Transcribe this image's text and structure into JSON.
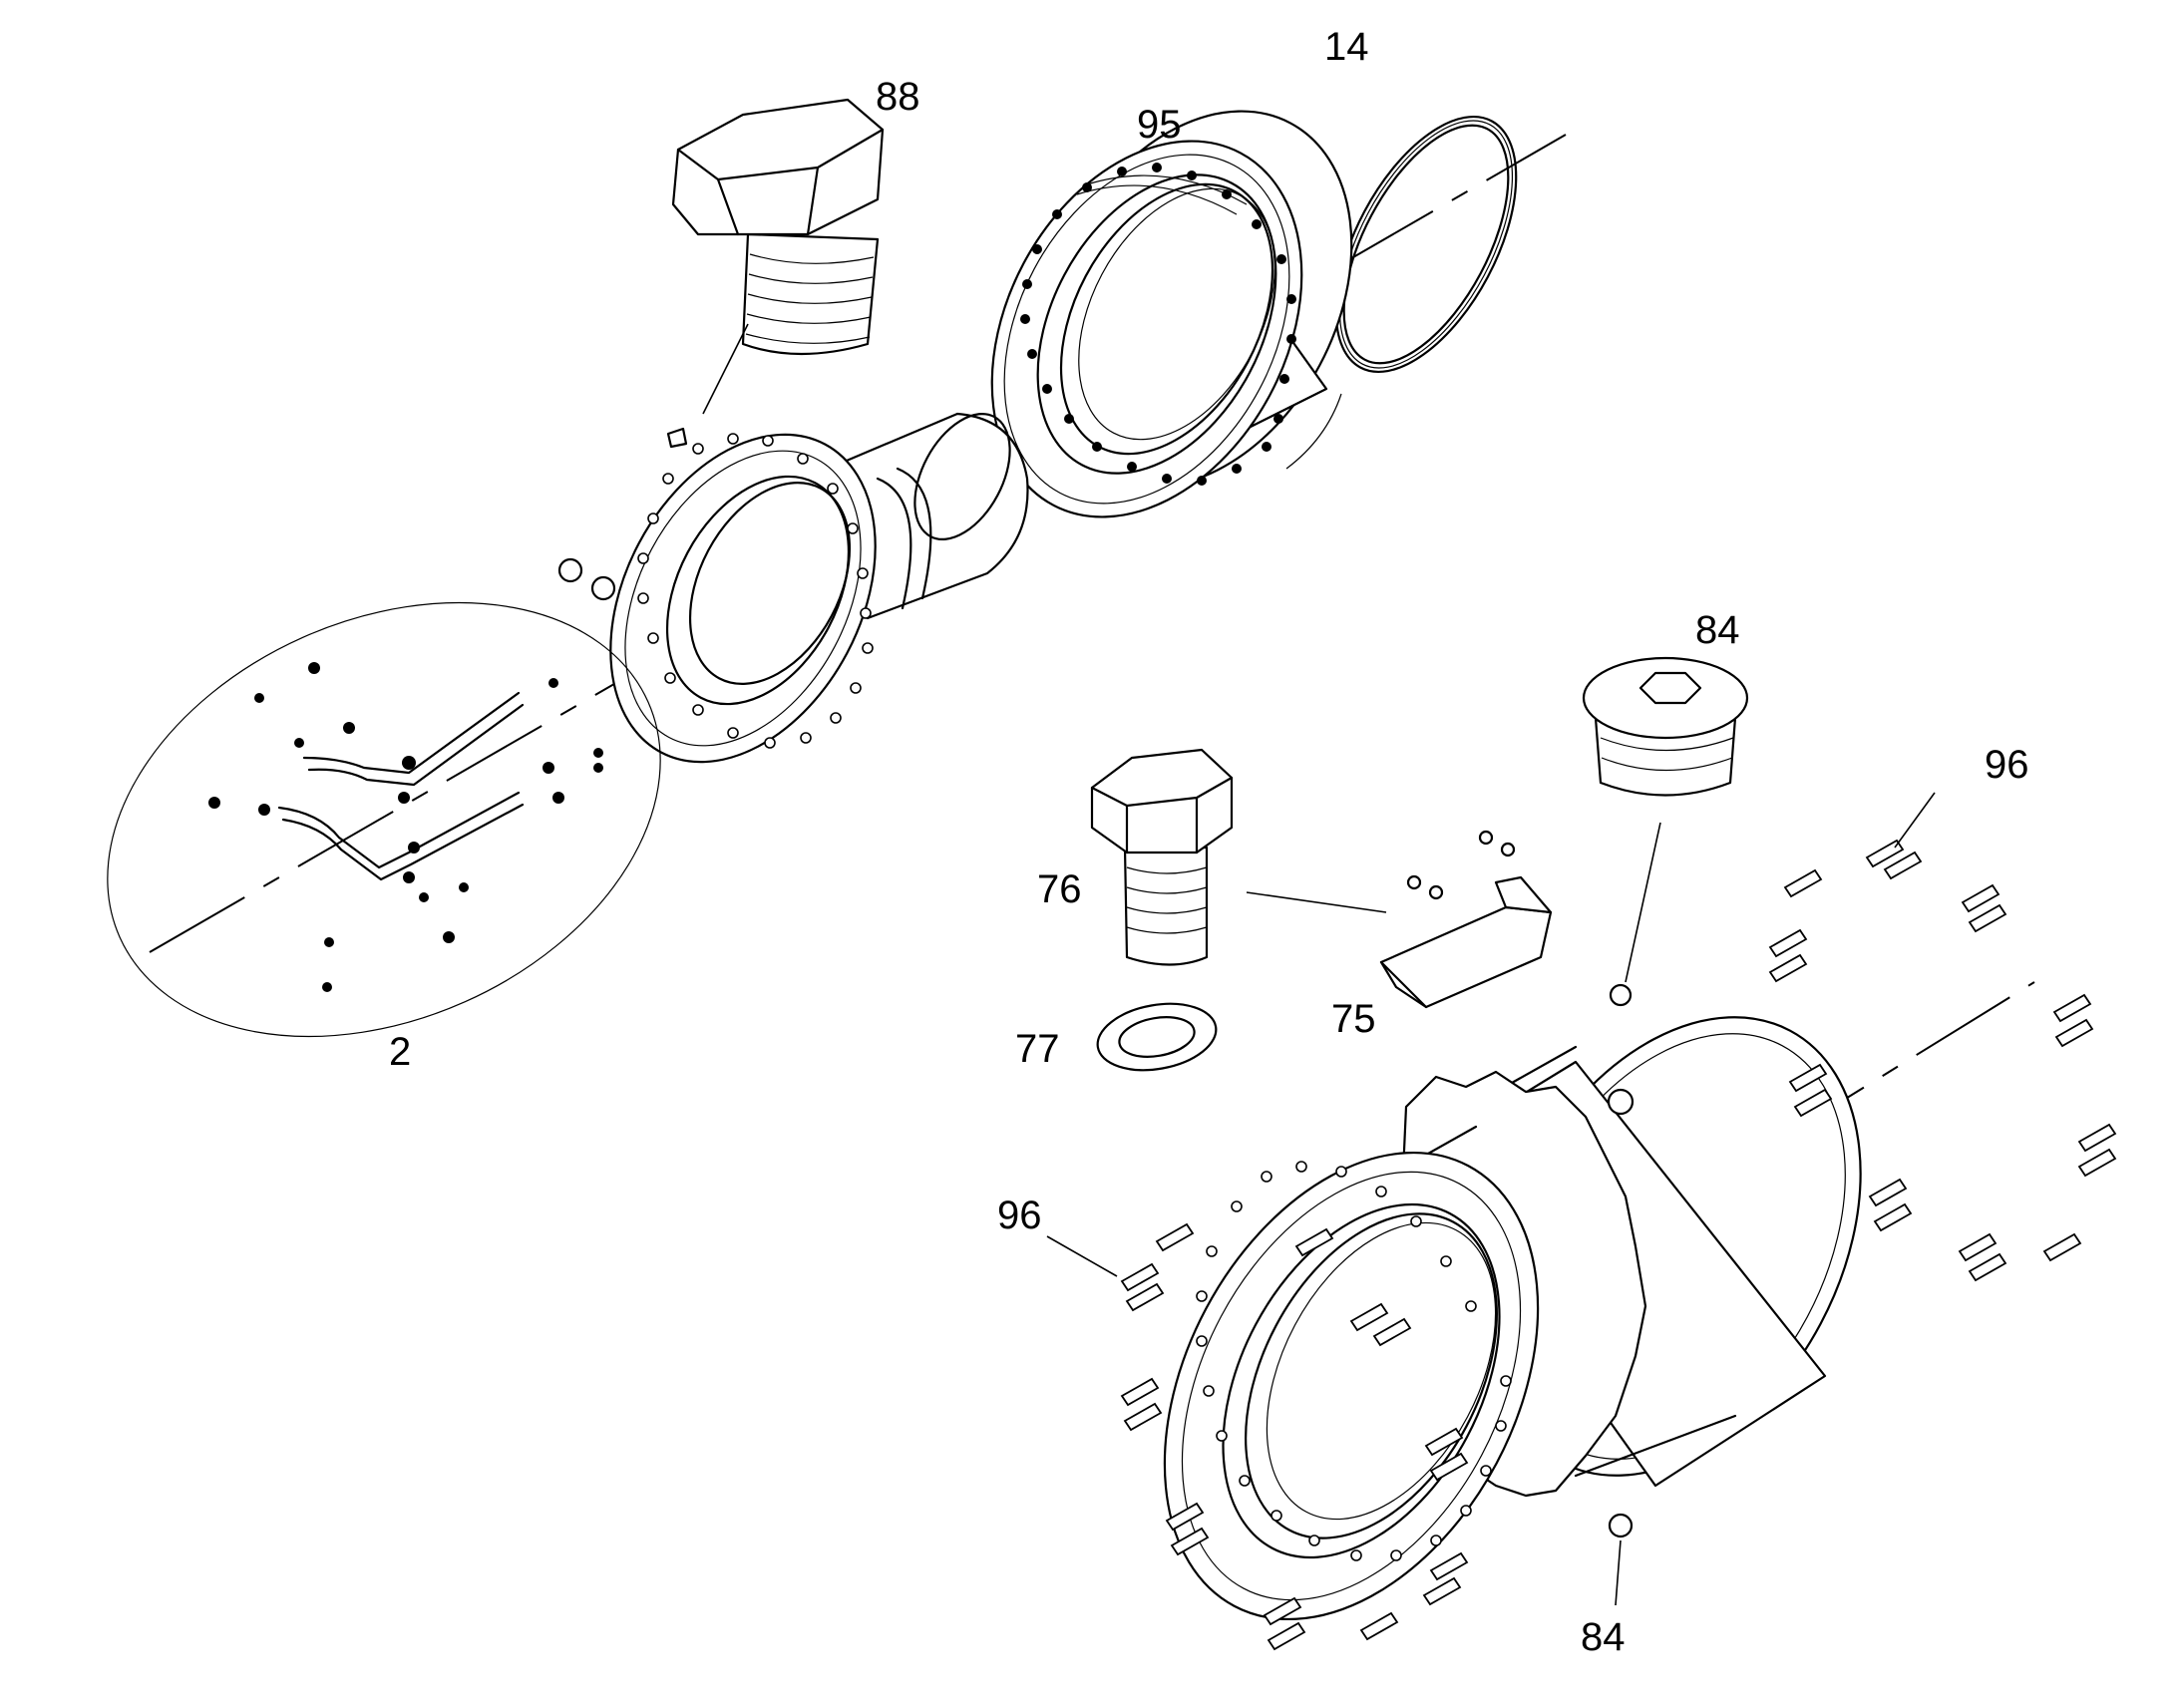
{
  "diagram": {
    "callouts": [
      {
        "id": "c88",
        "label": "88"
      },
      {
        "id": "c14",
        "label": "14"
      },
      {
        "id": "c95",
        "label": "95"
      },
      {
        "id": "c84a",
        "label": "84"
      },
      {
        "id": "c96a",
        "label": "96"
      },
      {
        "id": "c76",
        "label": "76"
      },
      {
        "id": "c75",
        "label": "75"
      },
      {
        "id": "c77",
        "label": "77"
      },
      {
        "id": "c2",
        "label": "2"
      },
      {
        "id": "c96b",
        "label": "96"
      },
      {
        "id": "c84b",
        "label": "84"
      }
    ]
  }
}
